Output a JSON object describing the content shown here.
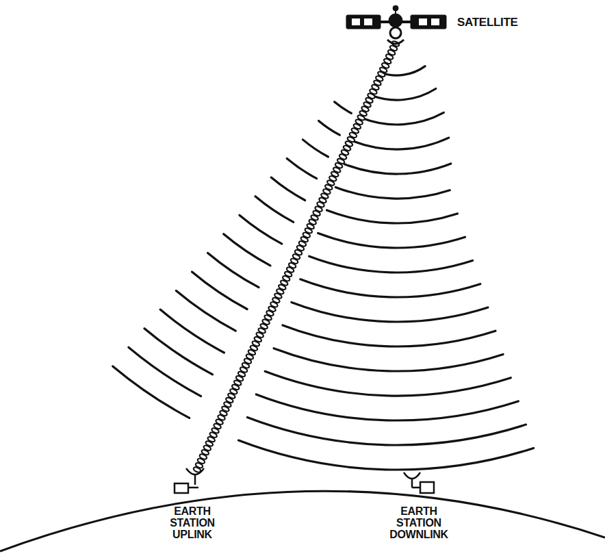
{
  "diagram": {
    "labels": [
      "SATELLITE",
      "EARTH STATION UPLINK",
      "EARTH STATION DOWNLINK"
    ]
  }
}
